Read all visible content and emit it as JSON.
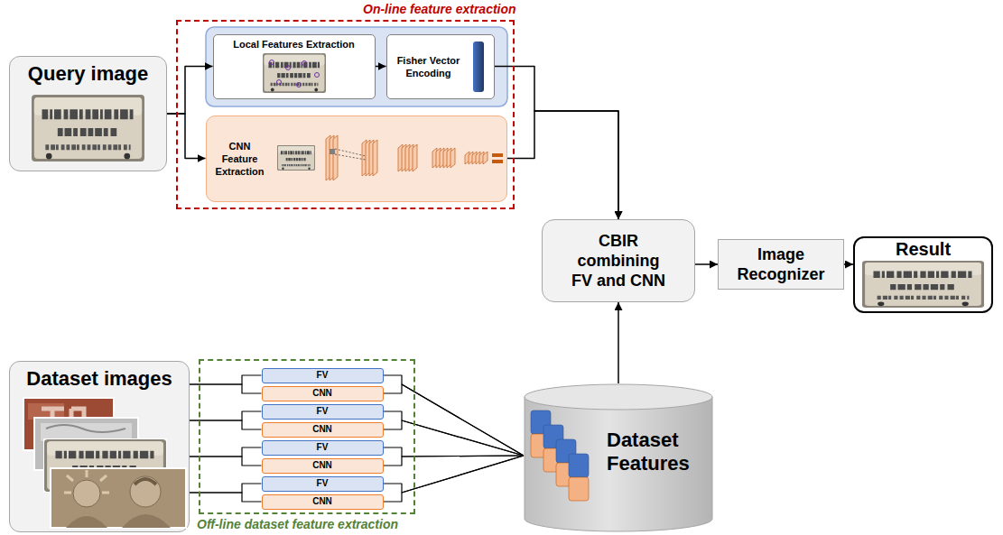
{
  "diagram": {
    "nodes": [
      {
        "text": [
          "Query image"
        ]
      },
      {
        "text": [
          "On-line feature extraction"
        ]
      },
      {
        "text": [
          "Local Features Extraction"
        ],
        "in": 1
      },
      {
        "text": [
          "Fisher Vector Encoding"
        ],
        "in": 1
      },
      {
        "text": [
          "CNN Feature Extraction"
        ],
        "in": 1
      },
      {
        "text": [
          "CBIR combining FV and CNN"
        ]
      },
      {
        "text": [
          "Image Recognizer"
        ]
      },
      {
        "text": [
          "Result"
        ]
      },
      {
        "text": [
          "Dataset images"
        ]
      },
      {
        "text": [
          "Off-line dataset feature extraction"
        ]
      },
      {
        "text": [
          "FV"
        ],
        "in": 9
      },
      {
        "text": [
          "CNN"
        ],
        "in": 9
      },
      {
        "text": [
          "FV"
        ],
        "in": 9
      },
      {
        "text": [
          "CNN"
        ],
        "in": 9
      },
      {
        "text": [
          "FV"
        ],
        "in": 9
      },
      {
        "text": [
          "CNN"
        ],
        "in": 9
      },
      {
        "text": [
          "FV"
        ],
        "in": 9
      },
      {
        "text": [
          "CNN"
        ],
        "in": 9
      },
      {
        "text": [
          "Dataset Features"
        ]
      }
    ],
    "edges": [
      {
        "from": 0,
        "to": 2,
        "arrow": "to"
      },
      {
        "from": 0,
        "to": 4,
        "arrow": "to"
      },
      {
        "from": 2,
        "to": 3,
        "arrow": "to"
      },
      {
        "from": 3,
        "to": 5,
        "arrow": "to"
      },
      {
        "from": 4,
        "to": 5,
        "arrow": "to"
      },
      {
        "from": 5,
        "to": 6,
        "arrow": "to"
      },
      {
        "from": 6,
        "to": 7,
        "arrow": "to"
      },
      {
        "from": 18,
        "to": 5,
        "arrow": "to"
      },
      {
        "from": 8,
        "to": 10,
        "arrow": "none"
      },
      {
        "from": 8,
        "to": 11,
        "arrow": "none"
      },
      {
        "from": 8,
        "to": 12,
        "arrow": "none"
      },
      {
        "from": 8,
        "to": 13,
        "arrow": "none"
      },
      {
        "from": 8,
        "to": 14,
        "arrow": "none"
      },
      {
        "from": 8,
        "to": 15,
        "arrow": "none"
      },
      {
        "from": 8,
        "to": 16,
        "arrow": "none"
      },
      {
        "from": 8,
        "to": 17,
        "arrow": "none"
      },
      {
        "from": 10,
        "to": 18,
        "arrow": "none"
      },
      {
        "from": 11,
        "to": 18,
        "arrow": "none"
      },
      {
        "from": 12,
        "to": 18,
        "arrow": "none"
      },
      {
        "from": 13,
        "to": 18,
        "arrow": "none"
      },
      {
        "from": 14,
        "to": 18,
        "arrow": "none"
      },
      {
        "from": 15,
        "to": 18,
        "arrow": "none"
      },
      {
        "from": 16,
        "to": 18,
        "arrow": "none"
      },
      {
        "from": 17,
        "to": 18,
        "arrow": "none"
      }
    ]
  }
}
